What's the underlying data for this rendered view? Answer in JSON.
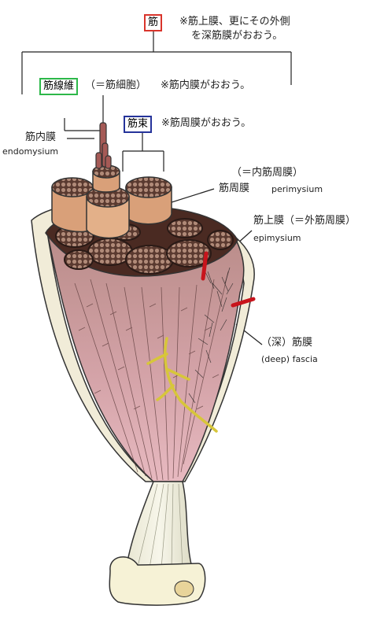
{
  "title_term": {
    "text": "筋",
    "color": "#d9342b"
  },
  "muscle_note": {
    "line1": "※筋上膜、更にその外側",
    "line2": "を深筋膜がおおう。"
  },
  "fiber_term": {
    "text": "筋線維",
    "color": "#2db84a"
  },
  "fiber_paren": "（＝筋細胞）",
  "fiber_note": "※筋内膜がおおう。",
  "bundle_term": {
    "text": "筋束",
    "color": "#25339a"
  },
  "bundle_note": "※筋周膜がおおう。",
  "endomysium": {
    "ja": "筋内膜",
    "en": "endomysium"
  },
  "perimysium": {
    "paren": "（＝内筋周膜）",
    "ja": "筋周膜",
    "en": "perimysium"
  },
  "epimysium": {
    "ja": "筋上膜（＝外筋周膜）",
    "en": "epimysium"
  },
  "fascia": {
    "ja": "（深）筋膜",
    "en": "(deep) fascia"
  }
}
